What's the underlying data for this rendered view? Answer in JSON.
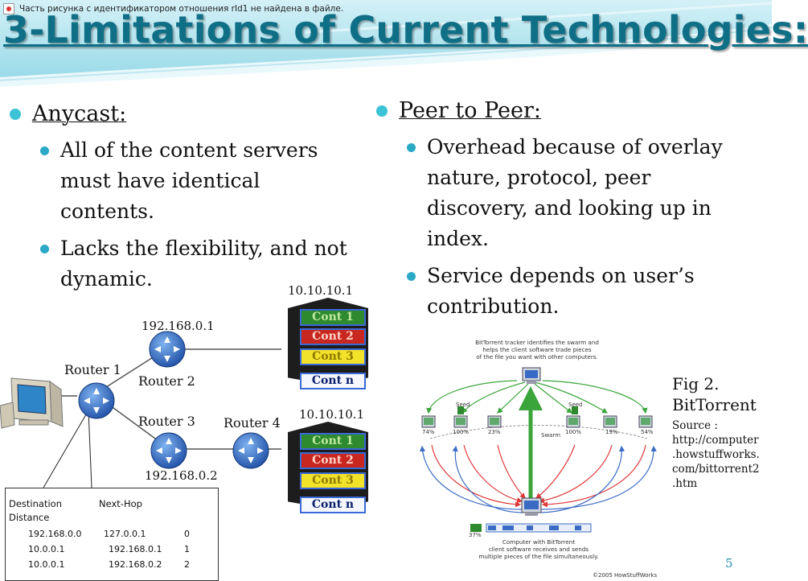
{
  "header": {
    "broken_image_text": "Часть рисунка с идентификатором отношения rId1 не найдена в файле.",
    "title": "3-Limitations of Current Technologies:"
  },
  "left_column": {
    "heading": "Anycast:",
    "bullets": [
      "All of the content servers must have identical contents.",
      "Lacks the flexibility, and not dynamic."
    ]
  },
  "right_column": {
    "heading": "Peer to Peer:",
    "bullets": [
      "Overhead because of overlay nature, protocol, peer discovery, and looking up in index.",
      "Service depends on user’s contribution."
    ]
  },
  "diagram": {
    "routers": [
      "Router 1",
      "Router 2",
      "Router 3",
      "Router 4"
    ],
    "ip_router2": "192.168.0.1",
    "ip_router3": "192.168.0.2",
    "server_top_ip": "10.10.10.1",
    "server_bottom_ip": "10.10.10.1",
    "containers": [
      "Cont 1",
      "Cont 2",
      "Cont 3",
      "Cont n"
    ],
    "routing_table": {
      "headers": [
        "Destination",
        "Next-Hop",
        "Distance"
      ],
      "rows": [
        [
          "192.168.0.0",
          "127.0.0.1",
          "0"
        ],
        [
          "10.0.0.1",
          "192.168.0.1",
          "1"
        ],
        [
          "10.0.0.1",
          "192.168.0.2",
          "2"
        ]
      ]
    }
  },
  "bittorrent_figure": {
    "top_caption": [
      "BitTorrent tracker identifies the swarm and",
      "helps the client software trade pieces",
      "of the file you want with other computers."
    ],
    "seed_label": "Seed",
    "swarm_label": "Swarm",
    "peer_percents": [
      "74%",
      "100%",
      "23%",
      "100%",
      "19%",
      "54%"
    ],
    "client_percent": "37%",
    "bottom_caption": [
      "Computer with BitTorrent",
      "client software receives and sends",
      "multiple pieces of the file simultaneously."
    ],
    "copyright": "©2005 HowStuffWorks",
    "colors": {
      "red_arrows": "#e0383a",
      "blue_arrows": "#3a6bc4",
      "green_arrows": "#3aa53a"
    }
  },
  "figure_caption": {
    "title_lines": [
      "Fig 2.",
      "BitTorrent"
    ],
    "source_lines": [
      "Source :",
      "http://computer",
      ".howstuffworks.",
      "com/bittorrent2",
      ".htm"
    ]
  },
  "page_number": "5",
  "colors": {
    "title": "#0f6f86",
    "bullet": "#3cc3d6",
    "accent": "#2a8fb0"
  }
}
